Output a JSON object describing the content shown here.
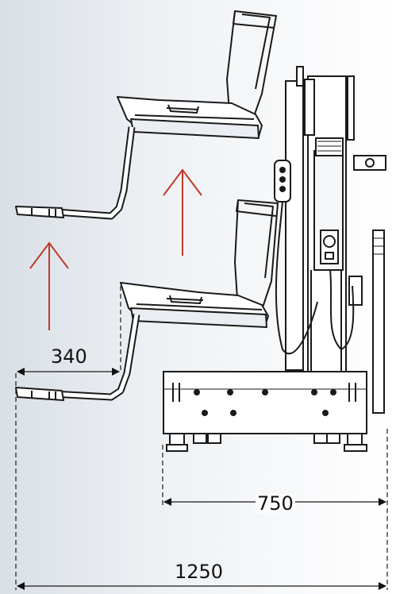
{
  "dimensions": {
    "offset": "340",
    "base_length": "750",
    "total_length": "1250"
  },
  "colors": {
    "arrow": "#c0392b",
    "line": "#1a1a1a"
  }
}
